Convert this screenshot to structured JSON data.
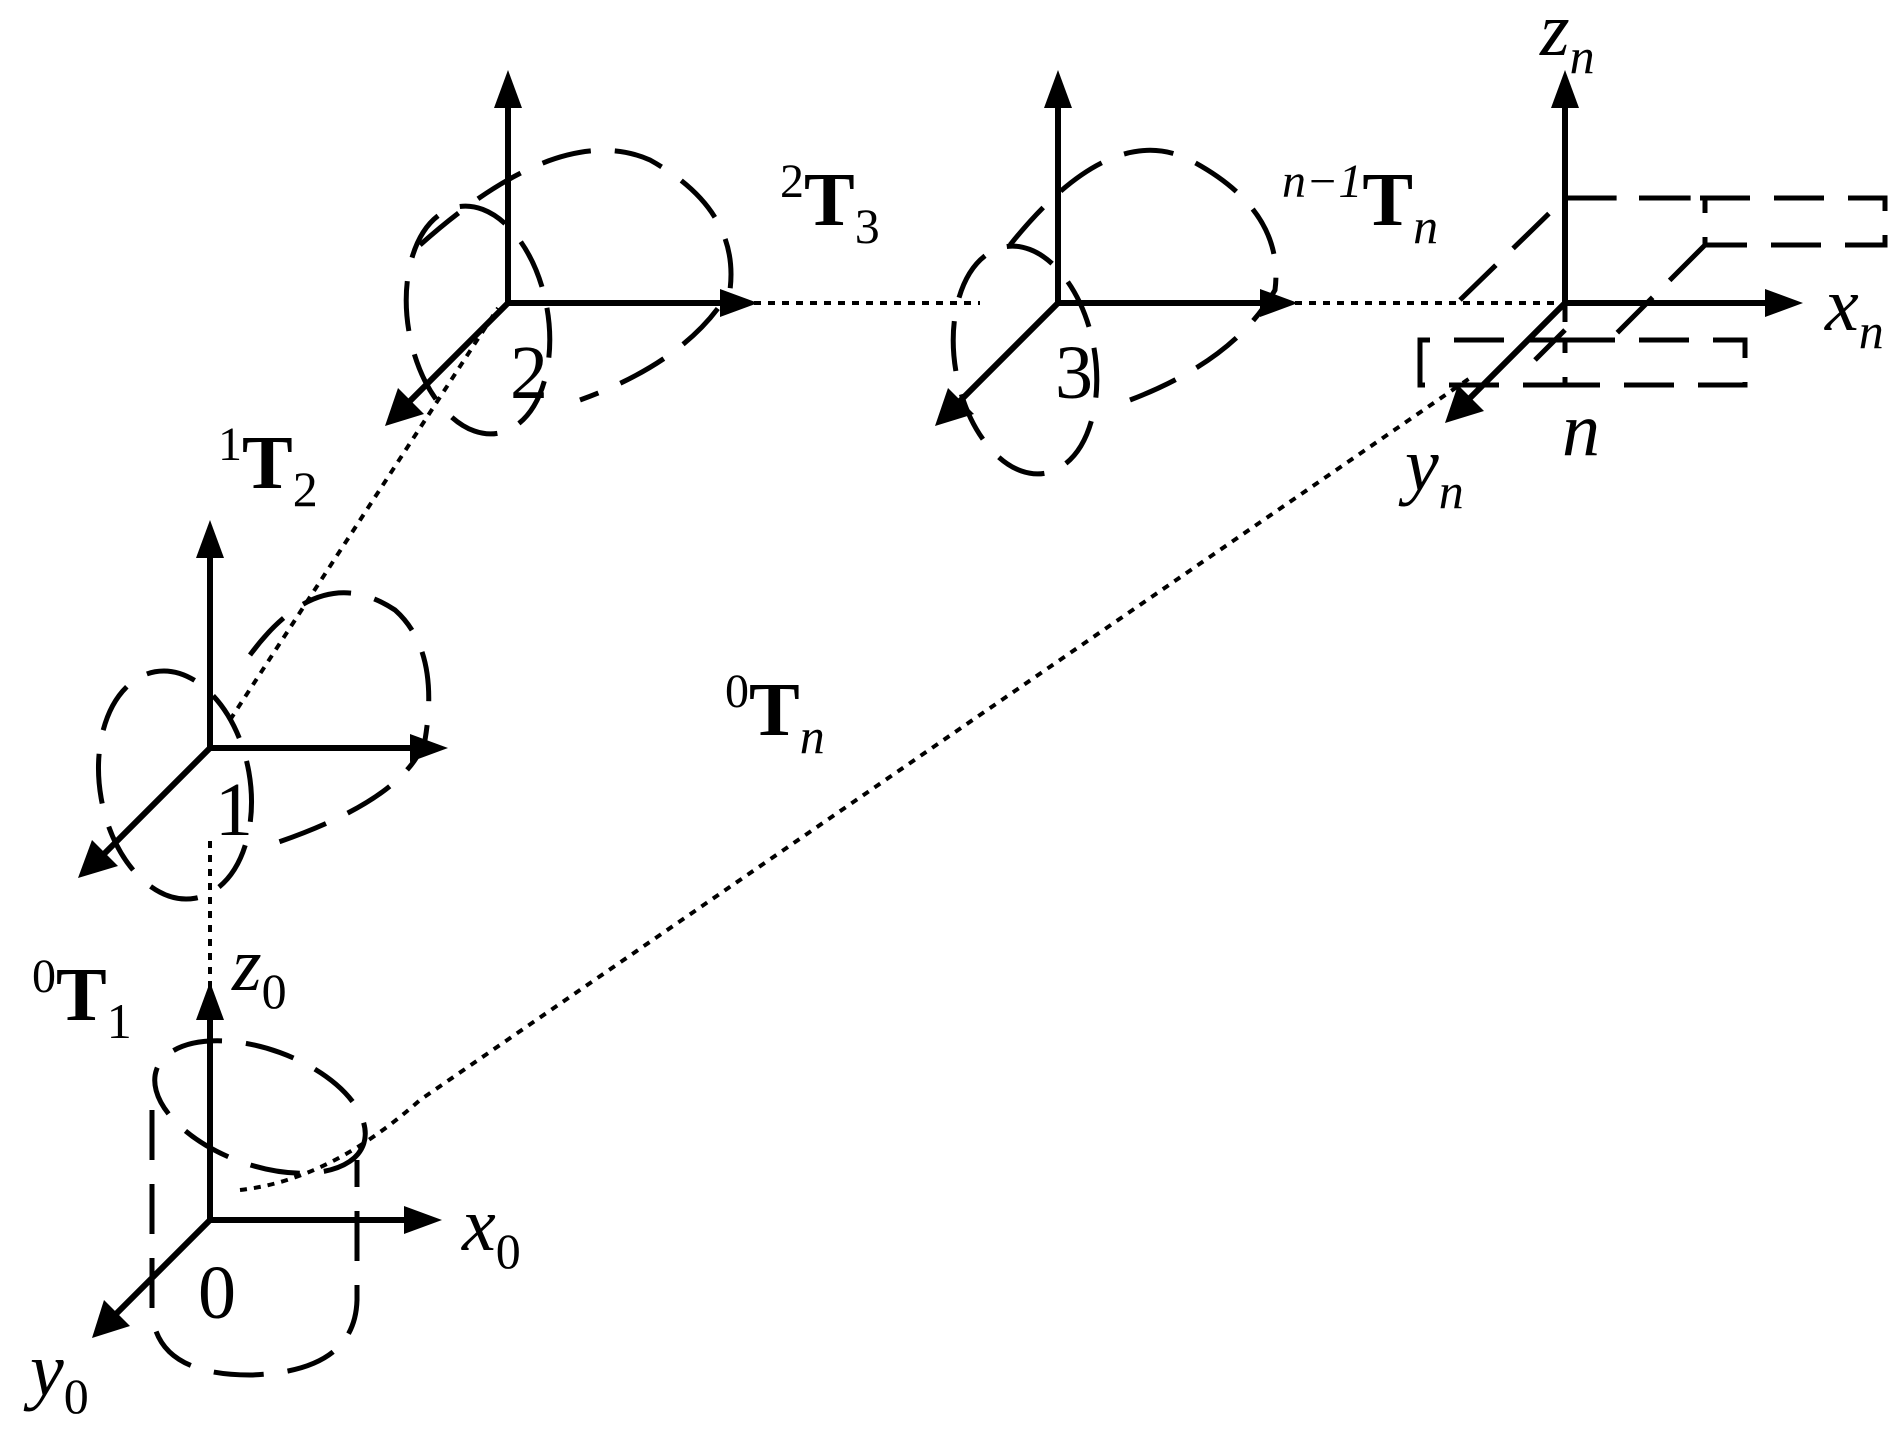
{
  "diagram": {
    "frames": [
      {
        "id": "0",
        "label": "0"
      },
      {
        "id": "1",
        "label": "1"
      },
      {
        "id": "2",
        "label": "2"
      },
      {
        "id": "3",
        "label": "3"
      },
      {
        "id": "n",
        "label": "n"
      }
    ],
    "axes": {
      "x0": {
        "base": "x",
        "sub": "0"
      },
      "y0": {
        "base": "y",
        "sub": "0"
      },
      "z0": {
        "base": "z",
        "sub": "0"
      },
      "xn": {
        "base": "x",
        "sub": "n"
      },
      "yn": {
        "base": "y",
        "sub": "n"
      },
      "zn": {
        "base": "z",
        "sub": "n"
      }
    },
    "transforms": {
      "t01": {
        "sup": "0",
        "base": "T",
        "sub": "1"
      },
      "t12": {
        "sup": "1",
        "base": "T",
        "sub": "2"
      },
      "t23": {
        "sup": "2",
        "base": "T",
        "sub": "3"
      },
      "tn1n": {
        "sup": "n−1",
        "base": "T",
        "sub": "n"
      },
      "t0n": {
        "sup": "0",
        "base": "T",
        "sub": "n"
      }
    }
  }
}
